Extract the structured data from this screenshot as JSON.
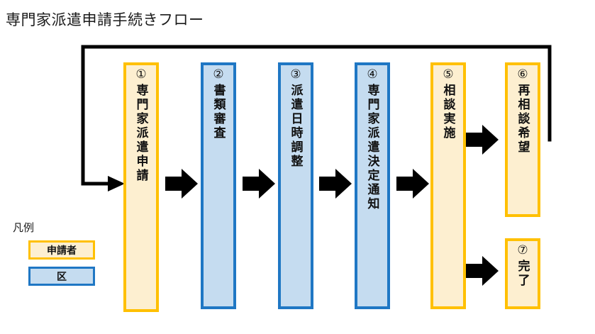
{
  "title": "専門家派遣申請手続きフロー",
  "colors": {
    "applicant_fill": "#FDEFD0",
    "applicant_border": "#FFC000",
    "ward_fill": "#C5DCF0",
    "ward_border": "#1F77C4",
    "arrow": "#000000",
    "loop_line": "#000000",
    "text": "#111111"
  },
  "legend": {
    "title": "凡例",
    "items": [
      {
        "label": "申請者",
        "role": "applicant"
      },
      {
        "label": "区",
        "role": "ward"
      }
    ]
  },
  "flow": {
    "steps": [
      {
        "num": "①",
        "label": "専門家派遣申請",
        "role": "applicant"
      },
      {
        "num": "②",
        "label": "書類審査",
        "role": "ward"
      },
      {
        "num": "③",
        "label": "派遣日時調整",
        "role": "ward"
      },
      {
        "num": "④",
        "label": "専門家派遣決定通知",
        "role": "ward"
      },
      {
        "num": "⑤",
        "label": "相談実施",
        "role": "applicant"
      },
      {
        "num": "⑥",
        "label": "再相談希望",
        "role": "applicant"
      },
      {
        "num": "⑦",
        "label": "完了",
        "role": "applicant"
      }
    ],
    "connectors": [
      {
        "from": "①",
        "to": "②",
        "kind": "block-arrow"
      },
      {
        "from": "②",
        "to": "③",
        "kind": "block-arrow"
      },
      {
        "from": "③",
        "to": "④",
        "kind": "block-arrow"
      },
      {
        "from": "④",
        "to": "⑤",
        "kind": "block-arrow"
      },
      {
        "from": "⑤",
        "to": "⑥",
        "kind": "block-arrow"
      },
      {
        "from": "⑤",
        "to": "⑦",
        "kind": "block-arrow"
      },
      {
        "from": "⑥",
        "to": "①",
        "kind": "feedback-loop"
      }
    ]
  }
}
